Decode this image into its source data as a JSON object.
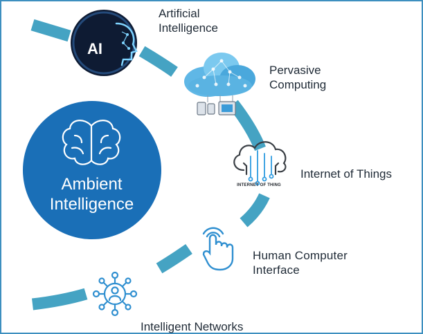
{
  "hub": {
    "title": "Ambient\nIntelligence",
    "color": "#1a6fb7",
    "icon": "brain-icon"
  },
  "nodes": [
    {
      "label": "Artificial\nIntelligence",
      "icon": "ai-head-icon",
      "badge": "AI"
    },
    {
      "label": "Pervasive\nComputing",
      "icon": "cloud-devices-icon"
    },
    {
      "label": "Internet of Things",
      "icon": "iot-cloud-icon",
      "caption": "INTERNET OF THING"
    },
    {
      "label": "Human  Computer\nInterface",
      "icon": "touch-hand-icon"
    },
    {
      "label": "Intelligent  Networks",
      "icon": "network-person-icon"
    }
  ],
  "colors": {
    "arc": "#45a3c3",
    "icon_blue": "#2f8fd0",
    "border": "#3d8fbf"
  }
}
